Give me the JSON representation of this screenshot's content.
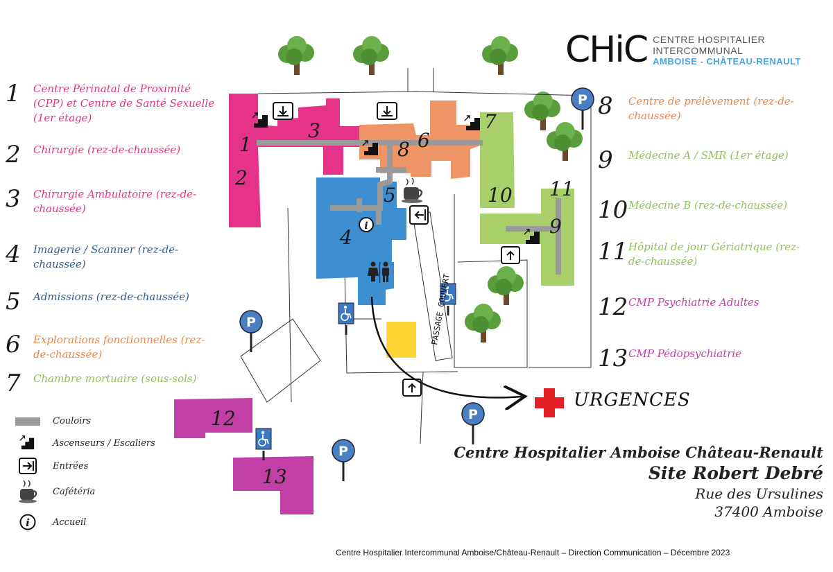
{
  "legend_left": [
    {
      "num": "1",
      "label": "Centre Périnatal de Proximité (CPP) et Centre de Santé Sexuelle (1er étage)",
      "color": "#e6338a"
    },
    {
      "num": "2",
      "label": "Chirurgie (rez-de-chaussée)",
      "color": "#e6338a"
    },
    {
      "num": "3",
      "label": "Chirurgie Ambulatoire (rez-de-chaussée)",
      "color": "#e6338a"
    },
    {
      "num": "4",
      "label": "Imagerie / Scanner (rez-de-chaussée)",
      "color": "#2f5e8e"
    },
    {
      "num": "5",
      "label": "Admissions (rez-de-chaussée)",
      "color": "#2f5e8e"
    },
    {
      "num": "6",
      "label": "Explorations fonctionnelles (rez-de-chaussée)",
      "color": "#e8874a"
    },
    {
      "num": "7",
      "label": "Chambre mortuaire (sous-sols)",
      "color": "#8fc05a"
    }
  ],
  "legend_right": [
    {
      "num": "8",
      "label": "Centre de prélèvement (rez-de-chaussée)",
      "color": "#e8874a"
    },
    {
      "num": "9",
      "label": "Médecine A / SMR (1er étage)",
      "color": "#8fc05a"
    },
    {
      "num": "10",
      "label": "Médecine B (rez-de-chaussée)",
      "color": "#8fc05a"
    },
    {
      "num": "11",
      "label": "Hôpital de jour Gériatrique (rez-de-chaussée)",
      "color": "#8fc05a"
    },
    {
      "num": "12",
      "label": "CMP Psychiatrie Adultes",
      "color": "#c23fa6"
    },
    {
      "num": "13",
      "label": "CMP Pédopsychiatrie",
      "color": "#c23fa6"
    }
  ],
  "key": [
    {
      "icon": "corridor-swatch",
      "label": "Couloirs"
    },
    {
      "icon": "stairs-icon",
      "label": "Ascenseurs / Escaliers"
    },
    {
      "icon": "entrance-icon",
      "label": "Entrées"
    },
    {
      "icon": "coffee-icon",
      "label": "Cafétéria"
    },
    {
      "icon": "info-icon",
      "label": "Accueil"
    }
  ],
  "logo": {
    "mark": "CHiC",
    "line1": "CENTRE HOSPITALIER INTERCOMMUNAL",
    "line2": "AMBOISE - CHÂTEAU-RENAULT"
  },
  "address": {
    "name": "Centre Hospitalier Amboise Château-Renault",
    "site": "Site Robert Debré",
    "street": "Rue des Ursulines",
    "city": "37400 Amboise"
  },
  "urgences": "URGENCES",
  "passage": "PASSAGE COUVERT",
  "footer": "Centre Hospitalier Intercommunal Amboise/Château-Renault – Direction Communication – Décembre 2023",
  "map_numbers": [
    "1",
    "2",
    "3",
    "4",
    "5",
    "6",
    "7",
    "8",
    "9",
    "10",
    "11",
    "12",
    "13"
  ],
  "colors": {
    "pink": "#e6338a",
    "magenta": "#c23fa6",
    "blue": "#3d8fd1",
    "orange": "#ef9464",
    "green": "#a8cf6a",
    "corridor": "#9a9a9a",
    "yellow": "#fdd535",
    "red_cross": "#e31e24",
    "parking": "#4a7fc1"
  }
}
